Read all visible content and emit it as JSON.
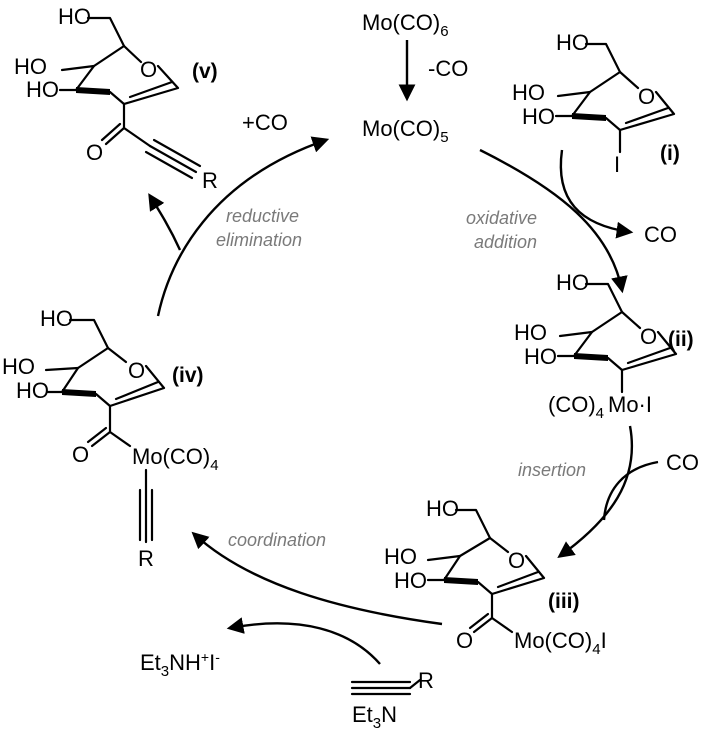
{
  "labels": {
    "compounds": {
      "i": "(i)",
      "ii": "(ii)",
      "iii": "(iii)",
      "iv": "(iv)",
      "v": "(v)"
    },
    "steps": {
      "oxidative_1": "oxidative",
      "oxidative_2": "addition",
      "insertion": "insertion",
      "coordination": "coordination",
      "reductive_1": "reductive",
      "reductive_2": "elimination"
    },
    "reagents": {
      "mo6": {
        "base": "Mo(CO)",
        "sub": "6"
      },
      "minus_co": "-CO",
      "mo5": {
        "base": "Mo(CO)",
        "sub": "5"
      },
      "plus_co": "+CO",
      "co_out": "CO",
      "co_in": "CO",
      "et3nh": {
        "a": "Et",
        "sub": "3",
        "b": "NH",
        "sup1": "+",
        "c": "I",
        "sup2": "-"
      },
      "et3n": {
        "a": "Et",
        "sub": "3",
        "b": "N"
      }
    },
    "atoms": {
      "ho": "HO",
      "o": "O",
      "i": "I",
      "r": "R",
      "ii_mo": {
        "a": "(CO)",
        "sub": "4",
        "b": "Mo·I"
      },
      "iii_mo": {
        "a": "Mo(CO)",
        "sub": "4",
        "b": "I"
      },
      "iv_mo": {
        "a": "Mo(CO)",
        "sub": "4"
      }
    }
  }
}
